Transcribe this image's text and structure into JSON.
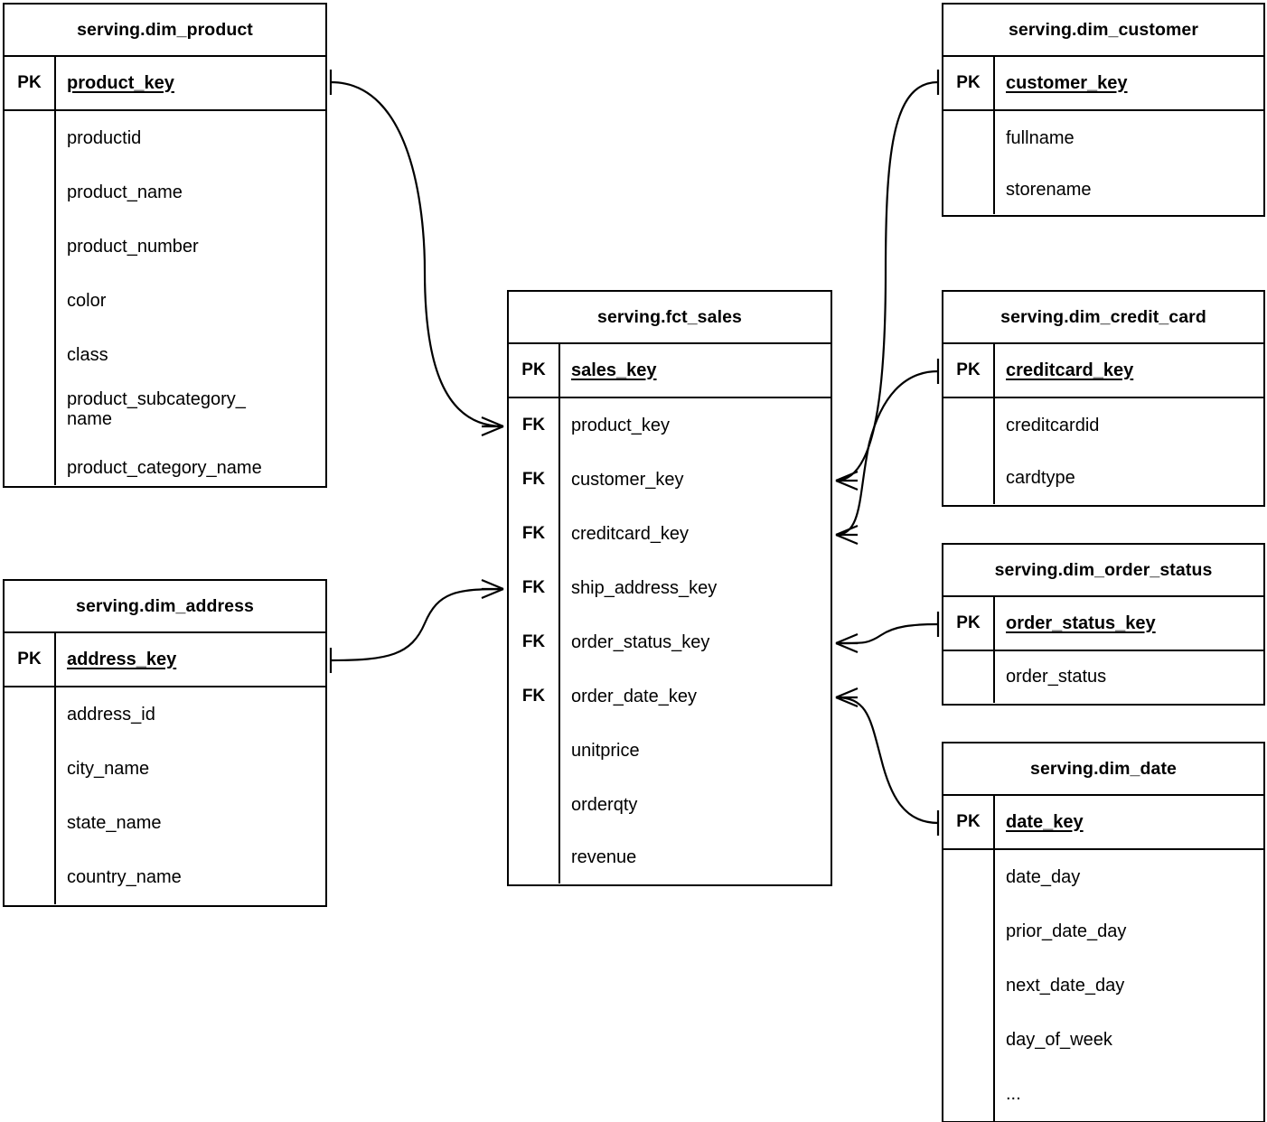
{
  "diagram": {
    "title": "serving star schema ERD",
    "notation": "crow's-foot",
    "background": "#ffffff",
    "line_color": "#000000"
  },
  "labels": {
    "pk": "PK",
    "fk": "FK"
  },
  "entities": [
    {
      "id": "dim_product",
      "name": "serving.dim_product",
      "pk": {
        "key": "PK",
        "column": "product_key"
      },
      "columns": [
        {
          "key": "",
          "column": "productid"
        },
        {
          "key": "",
          "column": "product_name"
        },
        {
          "key": "",
          "column": "product_number"
        },
        {
          "key": "",
          "column": "color"
        },
        {
          "key": "",
          "column": "class"
        },
        {
          "key": "",
          "column": "product_subcategory_\nname"
        },
        {
          "key": "",
          "column": "product_category_name"
        }
      ]
    },
    {
      "id": "dim_address",
      "name": "serving.dim_address",
      "pk": {
        "key": "PK",
        "column": "address_key"
      },
      "columns": [
        {
          "key": "",
          "column": "address_id"
        },
        {
          "key": "",
          "column": "city_name"
        },
        {
          "key": "",
          "column": "state_name"
        },
        {
          "key": "",
          "column": "country_name"
        }
      ]
    },
    {
      "id": "fct_sales",
      "name": "serving.fct_sales",
      "pk": {
        "key": "PK",
        "column": "sales_key"
      },
      "columns": [
        {
          "key": "FK",
          "column": "product_key"
        },
        {
          "key": "FK",
          "column": "customer_key"
        },
        {
          "key": "FK",
          "column": "creditcard_key"
        },
        {
          "key": "FK",
          "column": "ship_address_key"
        },
        {
          "key": "FK",
          "column": "order_status_key"
        },
        {
          "key": "FK",
          "column": "order_date_key"
        },
        {
          "key": "",
          "column": "unitprice"
        },
        {
          "key": "",
          "column": "orderqty"
        },
        {
          "key": "",
          "column": "revenue"
        }
      ]
    },
    {
      "id": "dim_customer",
      "name": "serving.dim_customer",
      "pk": {
        "key": "PK",
        "column": "customer_key"
      },
      "columns": [
        {
          "key": "",
          "column": "fullname"
        },
        {
          "key": "",
          "column": "storename"
        }
      ]
    },
    {
      "id": "dim_credit_card",
      "name": "serving.dim_credit_card",
      "pk": {
        "key": "PK",
        "column": "creditcard_key"
      },
      "columns": [
        {
          "key": "",
          "column": "creditcardid"
        },
        {
          "key": "",
          "column": "cardtype"
        }
      ]
    },
    {
      "id": "dim_order_status",
      "name": "serving.dim_order_status",
      "pk": {
        "key": "PK",
        "column": "order_status_key"
      },
      "columns": [
        {
          "key": "",
          "column": "order_status"
        }
      ]
    },
    {
      "id": "dim_date",
      "name": "serving.dim_date",
      "pk": {
        "key": "PK",
        "column": "date_key"
      },
      "columns": [
        {
          "key": "",
          "column": "date_day"
        },
        {
          "key": "",
          "column": "prior_date_day"
        },
        {
          "key": "",
          "column": "next_date_day"
        },
        {
          "key": "",
          "column": "day_of_week"
        },
        {
          "key": "",
          "column": "..."
        }
      ]
    }
  ],
  "relationships": [
    {
      "from": "dim_product.product_key",
      "to": "fct_sales.product_key",
      "from_cardinality": "one",
      "to_cardinality": "many"
    },
    {
      "from": "dim_address.address_key",
      "to": "fct_sales.ship_address_key",
      "from_cardinality": "one",
      "to_cardinality": "many"
    },
    {
      "from": "dim_customer.customer_key",
      "to": "fct_sales.customer_key",
      "from_cardinality": "one",
      "to_cardinality": "many"
    },
    {
      "from": "dim_credit_card.creditcard_key",
      "to": "fct_sales.creditcard_key",
      "from_cardinality": "one",
      "to_cardinality": "many"
    },
    {
      "from": "dim_order_status.order_status_key",
      "to": "fct_sales.order_status_key",
      "from_cardinality": "one",
      "to_cardinality": "many"
    },
    {
      "from": "dim_date.date_key",
      "to": "fct_sales.order_date_key",
      "from_cardinality": "one",
      "to_cardinality": "many"
    }
  ]
}
